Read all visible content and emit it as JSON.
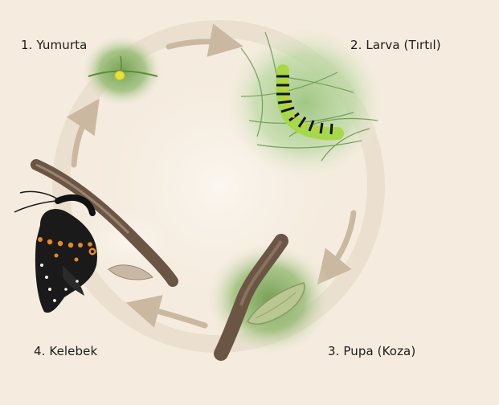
{
  "stages": [
    {
      "number": "1.",
      "name": "Yumurta",
      "label": "1. Yumurta"
    },
    {
      "number": "2.",
      "name": "Larva (Tırtıl)",
      "label": "2. Larva (Tırtıl)"
    },
    {
      "number": "3.",
      "name": "Pupa (Koza)",
      "label": "3. Pupa (Koza)"
    },
    {
      "number": "4.",
      "name": "Kelebek",
      "label": "4. Kelebek"
    }
  ],
  "colors": {
    "background": "#f5ecdf",
    "cycle_ring": "#e8dccb",
    "arrow": "#cbb8a0",
    "leaf_green": "#7aa85a",
    "caterpillar_green": "#a6d84a",
    "pupa_green": "#b9c890",
    "butterfly_black": "#1a1a1a",
    "butterfly_orange": "#e38a2a",
    "branch_brown": "#6b5545",
    "egg_yellow": "#e6e23a"
  },
  "icons": [
    "egg-icon",
    "caterpillar-icon",
    "chrysalis-icon",
    "butterfly-icon",
    "cycle-arrow-icon"
  ]
}
